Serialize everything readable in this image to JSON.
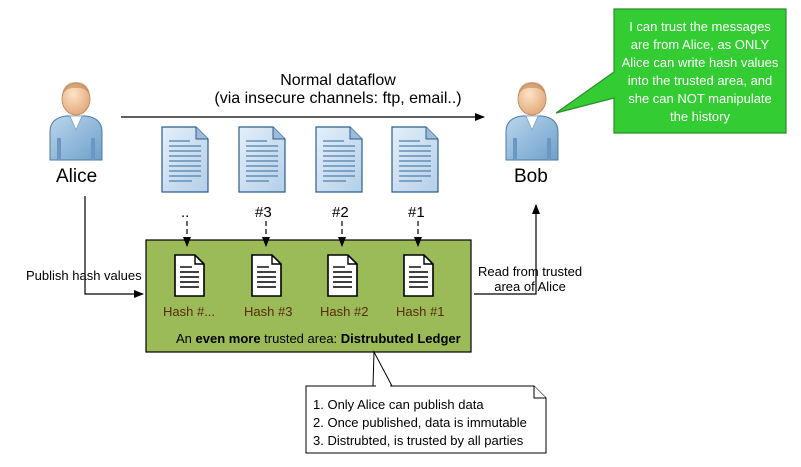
{
  "actors": {
    "alice": "Alice",
    "bob": "Bob"
  },
  "dataflow": {
    "line1": "Normal dataflow",
    "line2": "(via insecure channels: ftp, email..)"
  },
  "doc_indices": [
    "..",
    "#3",
    "#2",
    "#1"
  ],
  "ledger": {
    "hashes": [
      "Hash #...",
      "Hash #3",
      "Hash #2",
      "Hash #1"
    ],
    "title_prefix": "An ",
    "title_bold1": "even more",
    "title_middle": " trusted area: ",
    "title_bold2": "Distrubuted Ledger"
  },
  "publish_label": "Publish hash values",
  "read_label": {
    "line1": "Read from trusted",
    "line2": "area of Alice"
  },
  "callout": {
    "text": "I can trust the messages are from Alice, as ONLY Alice can write hash values into the trusted area, and she can NOT manipulate the history"
  },
  "note": {
    "items": [
      "1. Only Alice can publish data",
      "2. Once published, data is immutable",
      "3. Distrubted, is trusted by all parties"
    ]
  },
  "colors": {
    "ledger_fill": "#9bbb59",
    "callout_fill": "#33cc33",
    "doc_fill": "#c6dcf0",
    "person_body": "#8fb8dc",
    "person_face": "#f2c9a0"
  },
  "icons": [
    "person-icon",
    "document-icon",
    "hash-document-icon"
  ]
}
